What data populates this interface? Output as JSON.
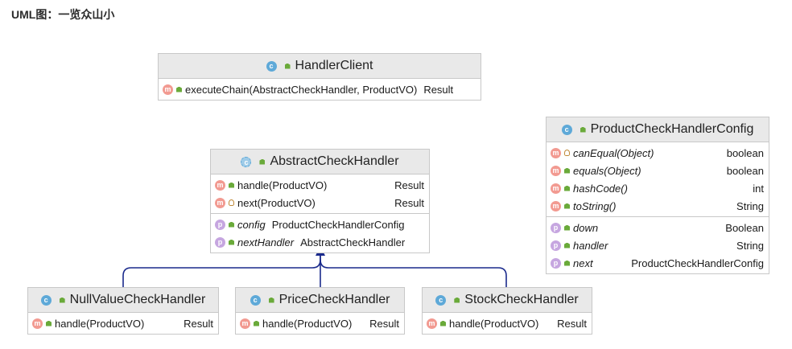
{
  "heading": "UML图：一览众山小",
  "colors": {
    "arrow": "#1a2a8c",
    "header_bg": "#e9e9e9",
    "border": "#c8c8c8"
  },
  "classes": {
    "handler_client": {
      "name": "HandlerClient",
      "methods": [
        {
          "icon": "method-icon",
          "name": "executeChain(AbstractCheckHandler, ProductVO)",
          "type": "Result"
        }
      ]
    },
    "abstract_check_handler": {
      "name": "AbstractCheckHandler",
      "methods": [
        {
          "icon": "method-icon",
          "name": "handle(ProductVO)",
          "type": "Result"
        },
        {
          "icon": "method-icon",
          "name": "next(ProductVO)",
          "type": "Result"
        }
      ],
      "fields": [
        {
          "icon": "property-icon",
          "name": "config",
          "type": "ProductCheckHandlerConfig"
        },
        {
          "icon": "property-icon",
          "name": "nextHandler",
          "type": "AbstractCheckHandler"
        }
      ]
    },
    "product_check_handler_config": {
      "name": "ProductCheckHandlerConfig",
      "methods": [
        {
          "icon": "method-icon",
          "name": "canEqual(Object)",
          "type": "boolean"
        },
        {
          "icon": "method-icon",
          "name": "equals(Object)",
          "type": "boolean"
        },
        {
          "icon": "method-icon",
          "name": "hashCode()",
          "type": "int"
        },
        {
          "icon": "method-icon",
          "name": "toString()",
          "type": "String"
        }
      ],
      "fields": [
        {
          "icon": "property-icon",
          "name": "down",
          "type": "Boolean"
        },
        {
          "icon": "property-icon",
          "name": "handler",
          "type": "String"
        },
        {
          "icon": "property-icon",
          "name": "next",
          "type": "ProductCheckHandlerConfig"
        }
      ]
    },
    "null_value_check_handler": {
      "name": "NullValueCheckHandler",
      "methods": [
        {
          "icon": "method-icon",
          "name": "handle(ProductVO)",
          "type": "Result"
        }
      ]
    },
    "price_check_handler": {
      "name": "PriceCheckHandler",
      "methods": [
        {
          "icon": "method-icon",
          "name": "handle(ProductVO)",
          "type": "Result"
        }
      ]
    },
    "stock_check_handler": {
      "name": "StockCheckHandler",
      "methods": [
        {
          "icon": "method-icon",
          "name": "handle(ProductVO)",
          "type": "Result"
        }
      ]
    }
  },
  "icon_letters": {
    "class": "c",
    "method": "m",
    "property": "p"
  }
}
